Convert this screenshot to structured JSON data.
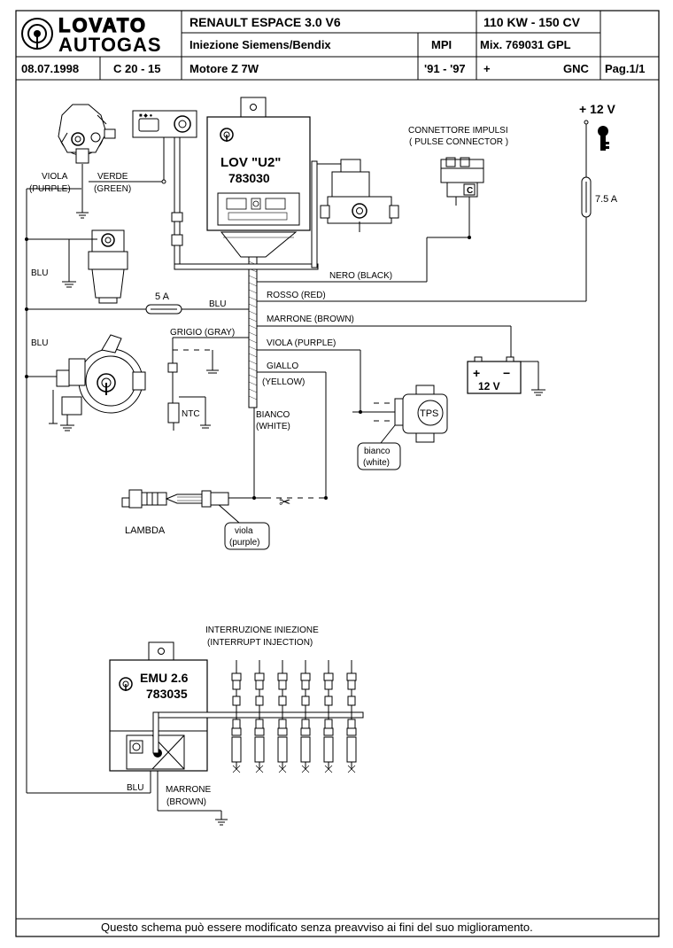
{
  "header": {
    "logo_top": "LOVATO",
    "logo_bottom": "AUTOGAS",
    "vehicle": "RENAULT  ESPACE  3.0  V6",
    "power": "110 KW - 150 CV",
    "injection": "Iniezione  Siemens/Bendix",
    "mpi": "MPI",
    "mix": "Mix. 769031  GPL",
    "date": "08.07.1998",
    "code": "C 20 - 15",
    "engine": "Motore  Z 7W",
    "years": "'91 - '97",
    "plus": "+",
    "gnc": "GNC",
    "page": "Pag.1/1"
  },
  "ecu": {
    "name": "LOV \"U2\"",
    "code": "783030"
  },
  "emu": {
    "name": "EMU 2.6",
    "code": "783035"
  },
  "labels": {
    "viola_purple": [
      "VIOLA",
      "(PURPLE)"
    ],
    "verde_green": [
      "VERDE",
      "(GREEN)"
    ],
    "blu": "BLU",
    "fuse_5a": "5 A",
    "fuse_75a": "7.5 A",
    "plus12": "+ 12 V",
    "pulse_connector": [
      "CONNETTORE IMPULSI",
      "( PULSE CONNECTOR )"
    ],
    "connector_c": "C",
    "nero": "NERO (BLACK)",
    "rosso": "ROSSO (RED)",
    "marrone": "MARRONE (BROWN)",
    "grigio": "GRIGIO (GRAY)",
    "viola2": "VIOLA (PURPLE)",
    "giallo": [
      "GIALLO",
      "(YELLOW)"
    ],
    "bianco": [
      "BIANCO",
      "(WHITE)"
    ],
    "ntc": "NTC",
    "tps": "TPS",
    "battery": "12 V",
    "battery_plus": "+",
    "battery_minus": "−",
    "bianco_white": [
      "bianco",
      "(white)"
    ],
    "viola_purple_small": [
      "viola",
      "(purple)"
    ],
    "lambda": "LAMBDA",
    "interrupt": [
      "INTERRUZIONE INIEZIONE",
      "(INTERRUPT INJECTION)"
    ],
    "blu_bottom": "BLU",
    "marrone_bottom": [
      "MARRONE",
      "(BROWN)"
    ]
  },
  "footer": "Questo schema può essere modificato senza preavviso ai fini del suo miglioramento."
}
